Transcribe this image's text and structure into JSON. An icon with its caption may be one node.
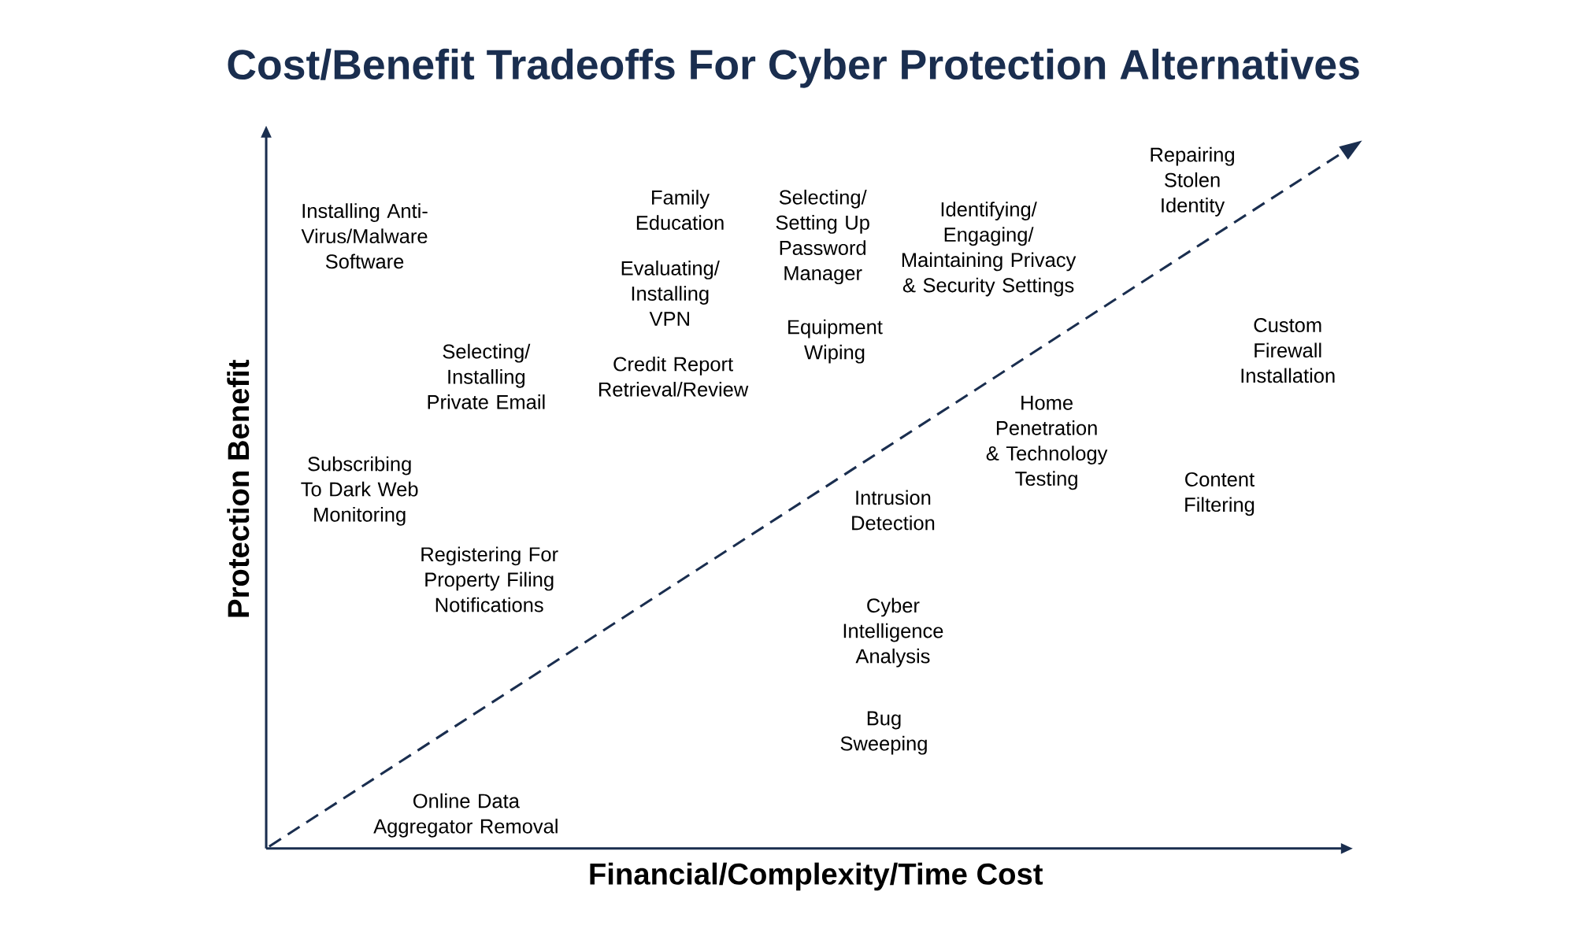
{
  "diagram": {
    "title": "Cost/Benefit Tradeoffs For Cyber Protection Alternatives",
    "labels": [
      "Repairing Stolen Identity",
      "Family Education",
      "Selecting/ Setting Up Password Manager",
      "Identifying/ Engaging/ Maintaining Privacy & Security Settings",
      "Installing Anti-Virus/Malware Software",
      "Evaluating/ Installing VPN",
      "Equipment Wiping",
      "Custom Firewall Installation",
      "Selecting/ Installing Private Email",
      "Credit Report Retrieval/Review",
      "Home Penetration & Technology Testing",
      "Protection Benefit",
      "Subscribing To Dark Web Monitoring",
      "Content Filtering",
      "Intrusion Detection",
      "Registering For Property Filing Notifications",
      "Cyber Intelligence Analysis",
      "Bug Sweeping",
      "Online Data Aggregator Removal",
      "Financial/Complexity/Time Cost"
    ]
  }
}
